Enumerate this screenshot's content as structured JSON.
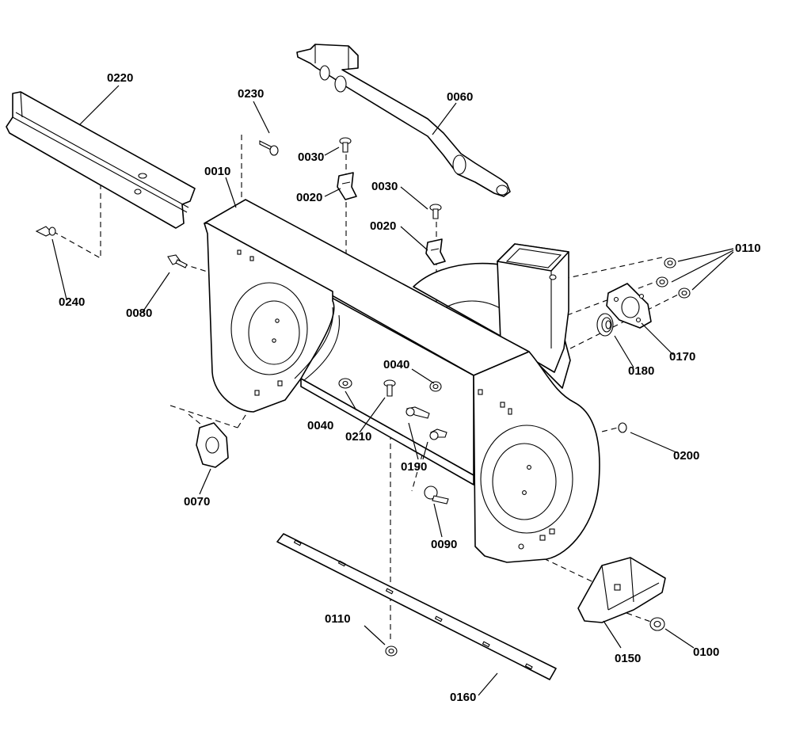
{
  "diagram": {
    "type": "exploded-parts-diagram",
    "colors": {
      "line": "#000000",
      "background": "#ffffff"
    },
    "callouts": {
      "c0220": "0220",
      "c0230": "0230",
      "c0060": "0060",
      "c0010": "0010",
      "c0030a": "0030",
      "c0020a": "0020",
      "c0030b": "0030",
      "c0020b": "0020",
      "c0110a": "0110",
      "c0240": "0240",
      "c0080": "0080",
      "c0170": "0170",
      "c0180": "0180",
      "c0040a": "0040",
      "c0040b": "0040",
      "c0210": "0210",
      "c0190": "0190",
      "c0200": "0200",
      "c0070": "0070",
      "c0090": "0090",
      "c0110b": "0110",
      "c0150": "0150",
      "c0100": "0100",
      "c0160": "0160"
    }
  }
}
